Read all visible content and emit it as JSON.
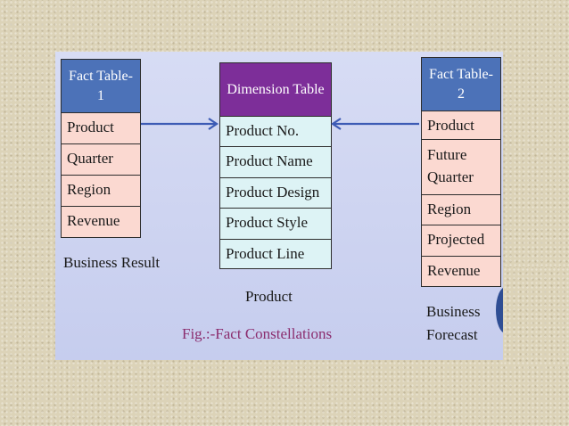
{
  "fact_table_1": {
    "header": "Fact Table-\n1",
    "rows": [
      "Product",
      "Quarter",
      "Region",
      "Revenue"
    ],
    "caption": "Business Result"
  },
  "dimension_table": {
    "header": "Dimension Table",
    "rows": [
      "Product No.",
      "Product Name",
      "Product Design",
      "Product Style",
      "Product Line"
    ],
    "caption": "Product"
  },
  "fact_table_2": {
    "header": "Fact Table-\n2",
    "rows": [
      "Product",
      "Future\nQuarter",
      "Region",
      "Projected",
      "Revenue"
    ],
    "caption": "Business\nForecast"
  },
  "figure_caption": "Fig.:-Fact Constellations",
  "colors": {
    "fact_header": "#4c72b8",
    "dimension_header": "#7d2e99",
    "fact_rows": "#fbd9d1",
    "dimension_rows": "#ddf3f5",
    "arrow": "#3d5bb5",
    "caption_accent": "#8b2d6e"
  }
}
